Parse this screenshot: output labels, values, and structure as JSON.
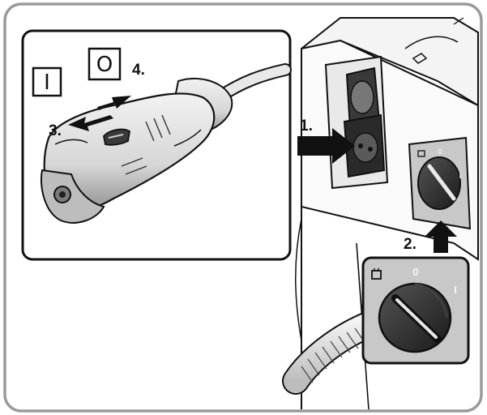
{
  "steps": {
    "step1": "1.",
    "step2": "2.",
    "step3": "3.",
    "step4": "4."
  },
  "switch_symbols": {
    "on": "I",
    "off": "O"
  },
  "dial_marks": {
    "off": "0",
    "on": "I"
  },
  "icons": [
    "power-outlet-icon",
    "rotary-switch-icon",
    "power-tool-icon",
    "arrow-icon"
  ],
  "colors": {
    "frame": "#9a9a9a",
    "ink": "#111111",
    "panel_grey": "#c8c8c8",
    "dial_dark": "#2b2b2b"
  }
}
